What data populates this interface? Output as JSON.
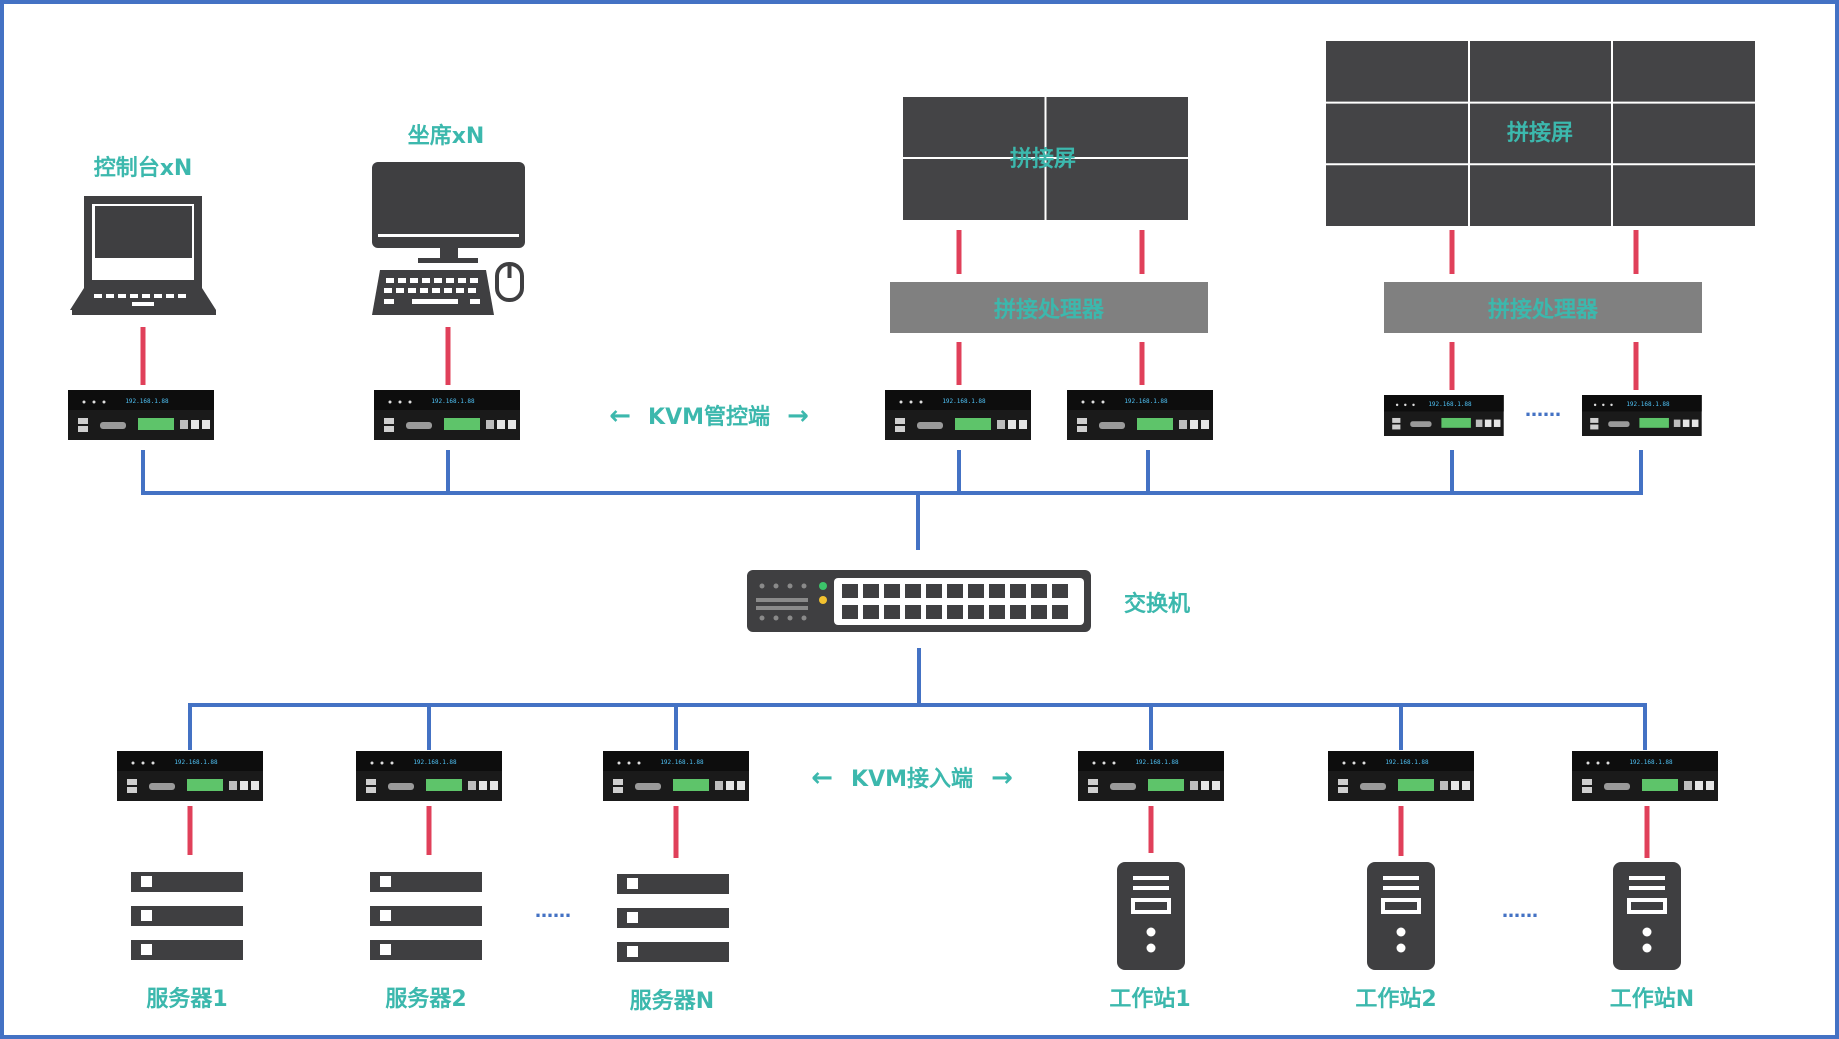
{
  "labels": {
    "console": "控制台xN",
    "seat": "坐席xN",
    "video_wall_1": "拼接屏",
    "video_wall_2": "拼接屏",
    "processor_1": "拼接处理器",
    "processor_2": "拼接处理器",
    "kvm_control": "KVM管控端",
    "kvm_access": "KVM接入端",
    "switch": "交换机",
    "server_1": "服务器1",
    "server_2": "服务器2",
    "server_n": "服务器N",
    "workstation_1": "工作站1",
    "workstation_2": "工作站2",
    "workstation_n": "工作站N",
    "ellipsis": "……",
    "arrow_left": "←",
    "arrow_right": "→",
    "kvm_display": "192.168.1.88"
  },
  "colors": {
    "frame": "#4472c4",
    "network_line": "#4472c4",
    "video_line": "#e0405a",
    "label": "#3cb8ad",
    "device": "#3f3f41",
    "processor_bg": "#808080",
    "kvm_body": "#1a1a1a",
    "kvm_port": "#5ec46a"
  }
}
